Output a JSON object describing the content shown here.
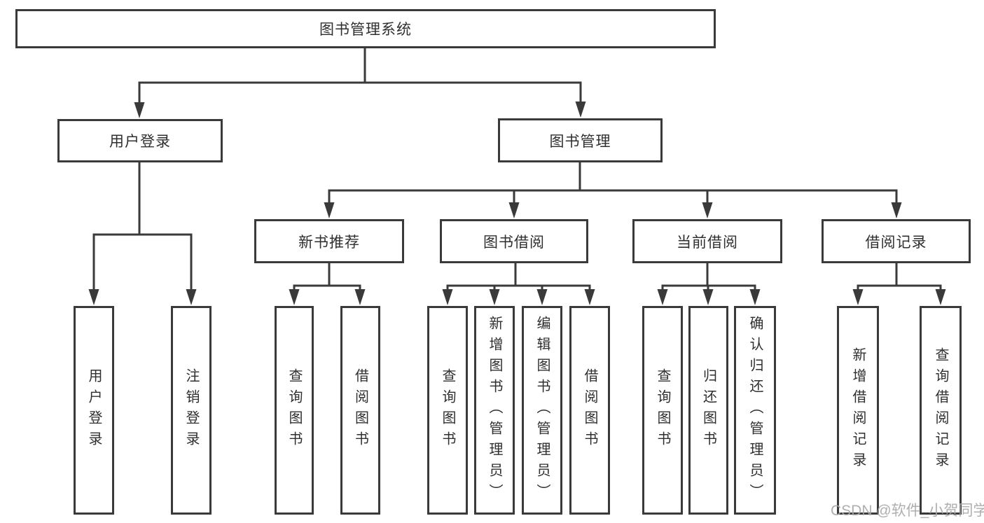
{
  "diagram": {
    "title_note": "functional structure tree",
    "root": {
      "label": "图书管理系统"
    },
    "level2": [
      {
        "label": "用户登录"
      },
      {
        "label": "图书管理"
      }
    ],
    "level3": [
      {
        "label": "新书推荐"
      },
      {
        "label": "图书借阅"
      },
      {
        "label": "当前借阅"
      },
      {
        "label": "借阅记录"
      }
    ],
    "leaves": {
      "user_login": [
        "用户登录",
        "注销登录"
      ],
      "new_book_rec": [
        "查询图书",
        "借阅图书"
      ],
      "book_borrow": [
        "查询图书",
        "新增图书（管理员）",
        "编辑图书（管理员）",
        "借阅图书"
      ],
      "current_borrow": [
        "查询图书",
        "归还图书",
        "确认归还（管理员）"
      ],
      "borrow_records": [
        "新增借阅记录",
        "查询借阅记录"
      ]
    }
  },
  "watermark": {
    "text": "CSDN @软件_小贺同学"
  },
  "colors": {
    "line": "#3a3a3a",
    "text": "#2f2f2f",
    "watermark": "#a8a8a8",
    "background": "#ffffff"
  }
}
